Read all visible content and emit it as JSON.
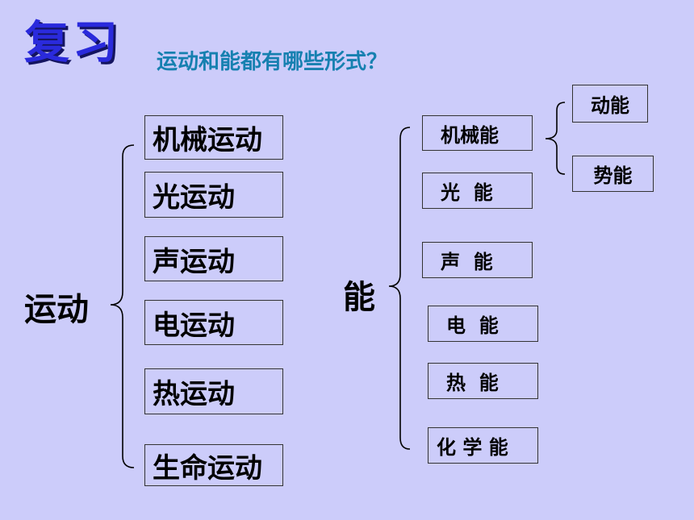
{
  "title": "复习",
  "question": "运动和能都有哪些形式？",
  "motion": {
    "label": "运动",
    "items": [
      "机械运动",
      "光运动",
      "声运动",
      "电运动",
      "热运动",
      "生命运动"
    ]
  },
  "energy": {
    "label": "能",
    "items": [
      "机械能",
      "光  能",
      "声  能",
      "电  能",
      "热  能",
      "化 学 能"
    ],
    "sub_items": [
      "动能",
      "势能"
    ]
  }
}
